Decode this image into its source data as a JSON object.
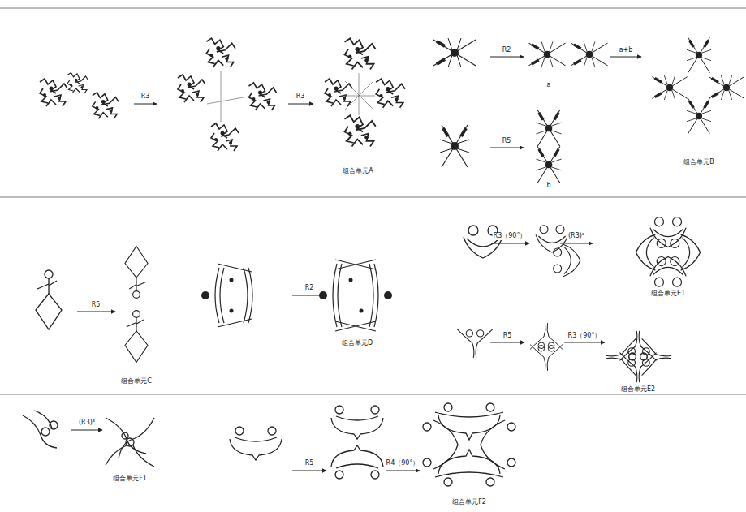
{
  "diagram": {
    "labels": [
      "R3",
      "R3",
      "组合单元A",
      "R2",
      "a",
      "R5",
      "b",
      "a+b",
      "组合单元B",
      "R5",
      "组合单元C",
      "R2",
      "组合单元D",
      "R3（90°）",
      "(R3)³",
      "组合单元E1",
      "R5",
      "R3（90°）",
      "组合单元E2",
      "(R3)³",
      "组合单元F1",
      "R5",
      "R4（90°）",
      "组合单元F2"
    ]
  }
}
